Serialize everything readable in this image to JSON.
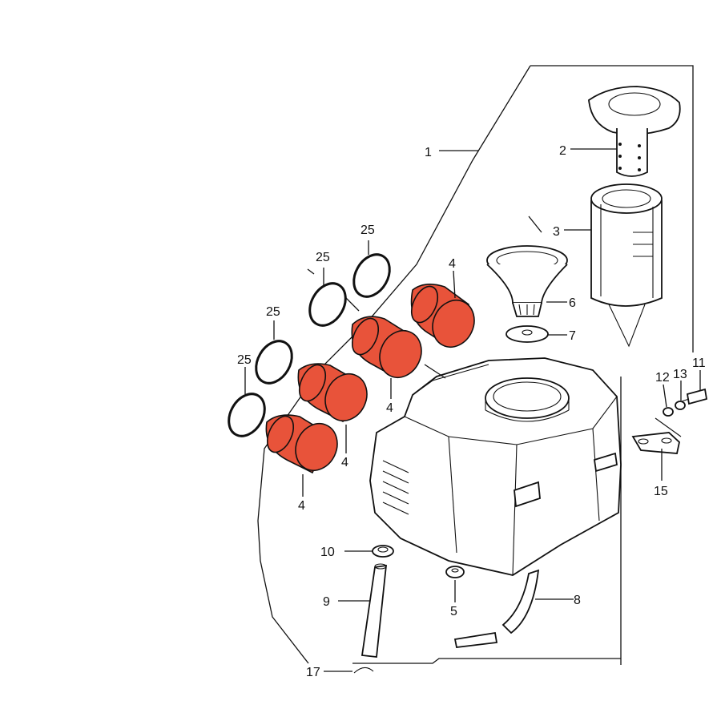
{
  "diagram": {
    "boot_color": "#e8533a",
    "line_color": "#111111",
    "callouts": {
      "c1": "1",
      "c2": "2",
      "c3": "3",
      "c4a": "4",
      "c4b": "4",
      "c4c": "4",
      "c4d": "4",
      "c5": "5",
      "c6": "6",
      "c7": "7",
      "c8": "8",
      "c9": "9",
      "c10": "10",
      "c11": "11",
      "c12": "12",
      "c13": "13",
      "c15": "15",
      "c17": "17",
      "c25a": "25",
      "c25b": "25",
      "c25c": "25",
      "c25d": "25"
    }
  }
}
